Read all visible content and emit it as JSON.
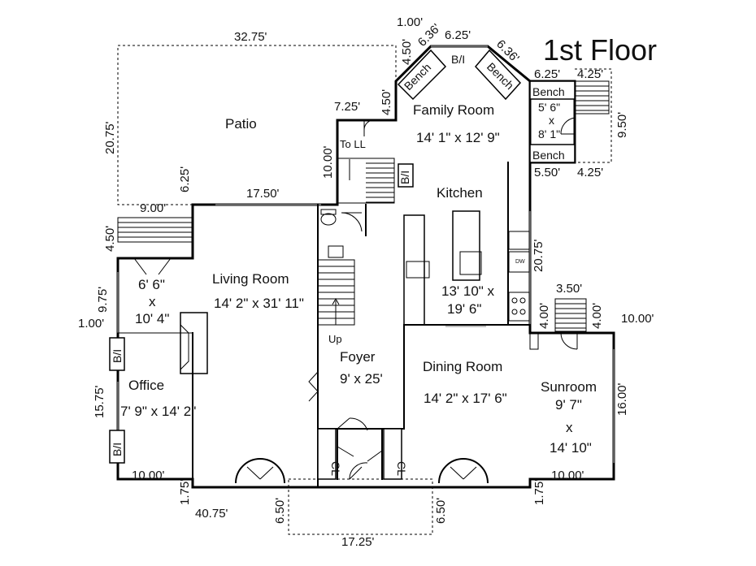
{
  "title": "1st Floor",
  "rooms": {
    "patio": "Patio",
    "family_name": "Family Room",
    "family_size": "14' 1\" x 12' 9\"",
    "kitchen_name": "Kitchen",
    "kitchen_size_w": "13' 10\" x",
    "kitchen_size_h": "19' 6\"",
    "living_name": "Living Room",
    "living_size": "14' 2\" x 31' 11\"",
    "foyer_name": "Foyer",
    "foyer_size": "9' x 25'",
    "dining_name": "Dining Room",
    "dining_size": "14' 2\" x 17' 6\"",
    "office_name": "Office",
    "office_size": "7' 9\" x 14' 2\"",
    "sunroom_name": "Sunroom",
    "sunroom_w": "9' 7\"",
    "sunroom_x": "x",
    "sunroom_h": "14' 10\"",
    "vestibule_w": "6' 6\"",
    "vestibule_x": "x",
    "vestibule_h": "10' 4\"",
    "mud_w": "5' 6\"",
    "mud_x": "x",
    "mud_h": "8' 1\""
  },
  "labels": {
    "bench": "Bench",
    "bi": "B/I",
    "cl": "CL",
    "to_ll": "To LL",
    "up": "Up",
    "dw": "DW"
  },
  "dimensions": {
    "patio_top": "32.75'",
    "patio_left": "20.75'",
    "d_6_25_left": "6.25'",
    "d_9_00": "9.00'",
    "d_17_50": "17.50'",
    "d_4_50_left": "4.50'",
    "d_9_75": "9.75'",
    "d_1_00_left": "1.00'",
    "d_15_75": "15.75'",
    "d_10_00_bl": "10.00'",
    "d_1_75_left": "1.75'",
    "d_40_75": "40.75'",
    "d_6_50_left": "6.50'",
    "d_17_25": "17.25'",
    "d_6_50_right": "6.50'",
    "d_1_75_right": "1.75'",
    "d_10_00_br": "10.00'",
    "d_16_00": "16.00'",
    "d_10_00_r": "10.00'",
    "d_4_00_a": "4.00'",
    "d_4_00_b": "4.00'",
    "d_3_50": "3.50'",
    "d_20_75_right": "20.75'",
    "d_5_50": "5.50'",
    "d_4_25_bottom": "4.25'",
    "d_9_50": "9.50'",
    "d_4_25_top": "4.25'",
    "d_6_25_right": "6.25'",
    "d_6_36_a": "6.36'",
    "d_6_25_top": "6.25'",
    "d_6_36_b": "6.36'",
    "d_1_00_top": "1.00'",
    "d_4_50_a": "4.50'",
    "d_4_50_b": "4.50'",
    "d_7_25": "7.25'",
    "d_10_00_stair": "10.00'"
  }
}
